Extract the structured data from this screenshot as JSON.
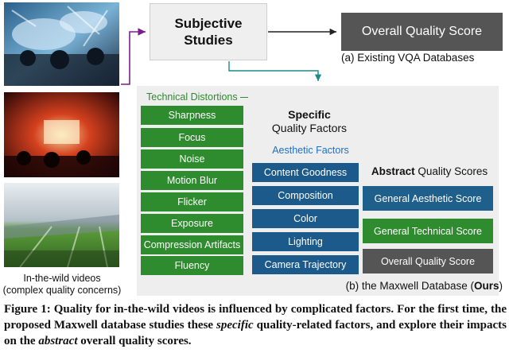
{
  "thumbnails": [
    {
      "scene": "concert-crowd-blurry"
    },
    {
      "scene": "red-stage-concert"
    },
    {
      "scene": "stadium-field"
    }
  ],
  "left_caption": {
    "line1": "In-the-wild videos",
    "line2": "(complex quality concerns)"
  },
  "subjective_box": {
    "line1": "Subjective",
    "line2": "Studies"
  },
  "overall_top": "Overall Quality Score",
  "label_a": "(a) Existing VQA Databases",
  "technical": {
    "title": "Technical Distortions",
    "items": [
      "Sharpness",
      "Focus",
      "Noise",
      "Motion Blur",
      "Flicker",
      "Exposure",
      "Compression Artifacts",
      "Fluency"
    ]
  },
  "specific": {
    "bold": "Specific",
    "rest": "Quality Factors"
  },
  "aesthetic": {
    "title": "Aesthetic Factors",
    "items": [
      "Content Goodness",
      "Composition",
      "Color",
      "Lighting",
      "Camera Trajectory"
    ]
  },
  "abstract": {
    "bold": "Abstract",
    "rest": " Quality Scores"
  },
  "abstract_scores": [
    {
      "label": "General Aesthetic Score",
      "color": "#1f5f8b"
    },
    {
      "label": "General Technical Score",
      "color": "#2e8b2e"
    },
    {
      "label": "Overall Quality Score",
      "color": "#555555"
    }
  ],
  "label_b": {
    "prefix": "(b) the Maxwell Database (",
    "bold": "Ours",
    "suffix": ")"
  },
  "colors": {
    "technical": "#2e8b2e",
    "aesthetic": "#1b5a8a",
    "arrow_purple": "#7a1f8a",
    "arrow_teal": "#1a8a8a"
  },
  "figure_caption": {
    "p1": "Figure 1: Quality for in-the-wild videos is influenced by complicated factors. For the first time, the proposed Maxwell database studies these ",
    "i1": "specific",
    "p2": " quality-related factors, and explore their impacts on the ",
    "i2": "abstract",
    "p3": " overall quality scores."
  }
}
